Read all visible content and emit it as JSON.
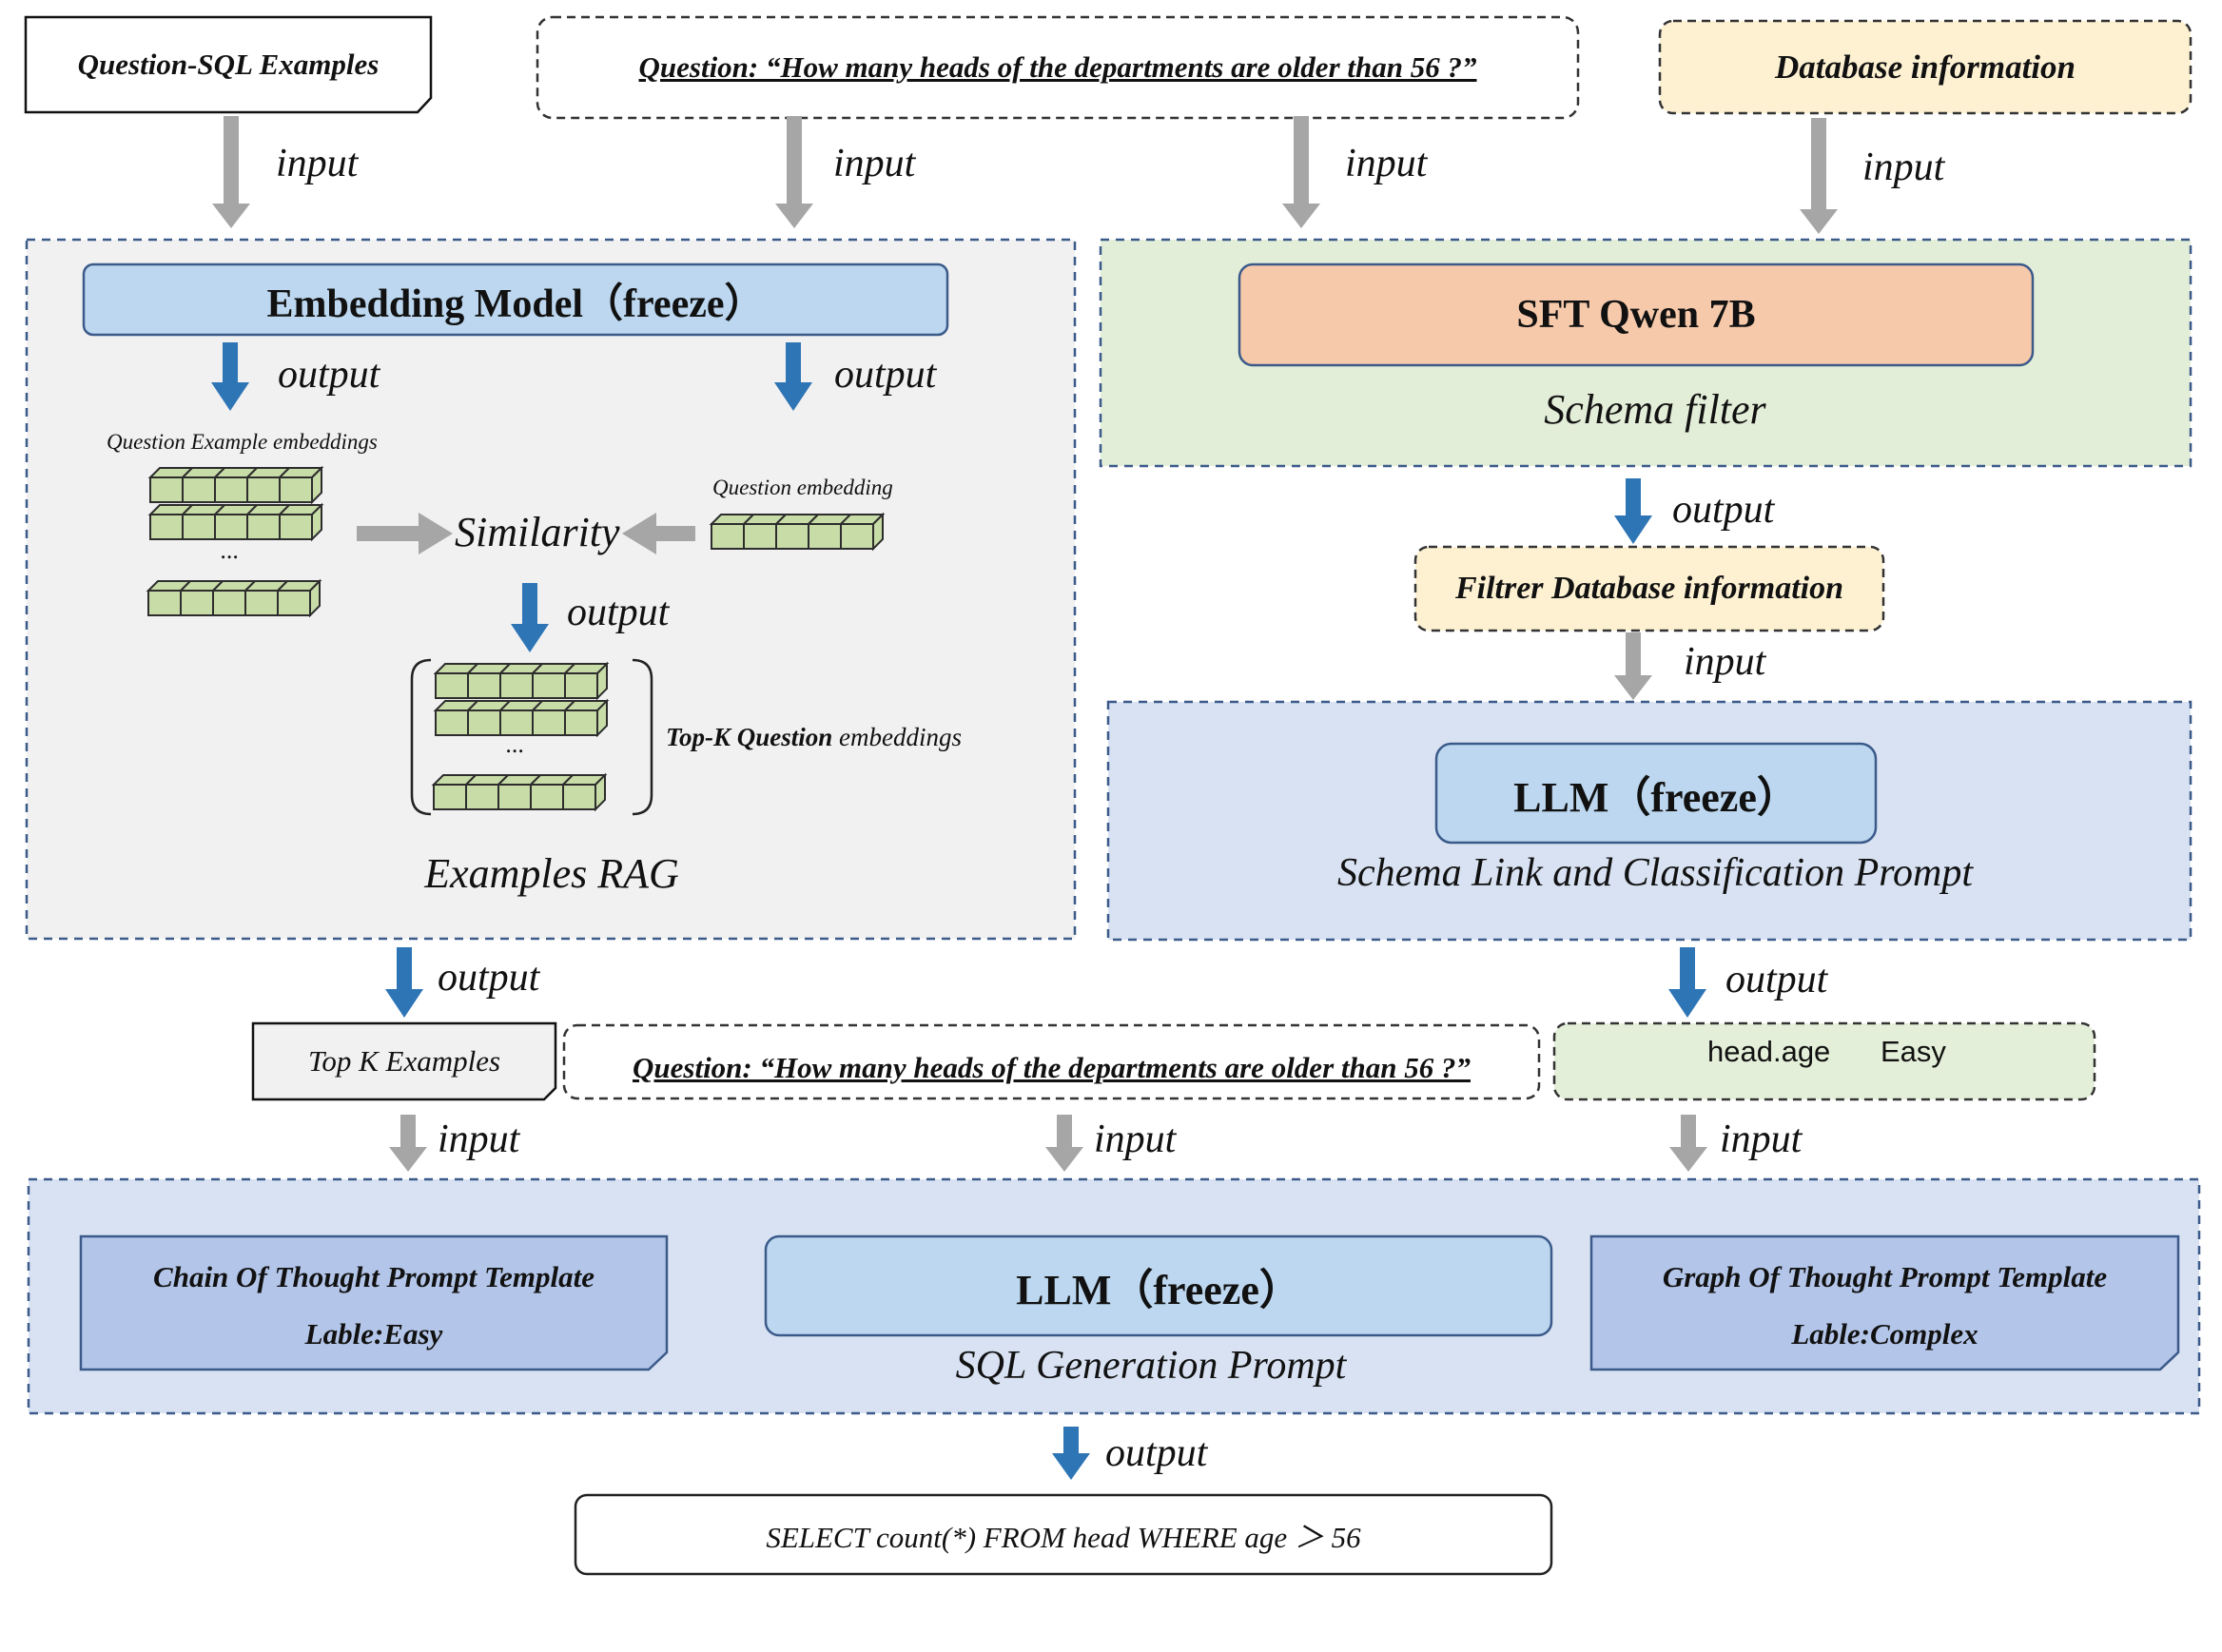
{
  "colors": {
    "panel_gray": "#f1f1f1",
    "panel_green": "#e3eed9",
    "panel_blue": "#d8e2f2",
    "embed_blue": "#bcd7ef",
    "sft_orange": "#f6c9ab",
    "db_yellow": "#fdf1d2",
    "headage_green": "#e4efd9",
    "template_blue": "#b3c5e8",
    "cube_green": "#c8dca8",
    "arrow_blue": "#2e75b6",
    "arrow_gray": "#a6a6a6",
    "dash_border": "#3b5a8a"
  },
  "inputs": {
    "question_sql_examples": "Question-SQL Examples",
    "question": "Question: “How many heads of the departments are older than 56 ?”",
    "database_information": "Database information"
  },
  "examples_rag": {
    "embedding_model": "Embedding Model（freeze）",
    "question_example_embeddings": "Question Example embeddings",
    "question_embedding": "Question embedding",
    "similarity": "Similarity",
    "ellipsis": "...",
    "topk_label_bold": "Top-K Question",
    "topk_label_rest": " embeddings",
    "caption": "Examples RAG"
  },
  "schema_filter": {
    "model": "SFT Qwen 7B",
    "caption": "Schema filter",
    "filtered_db": "Filtrer Database information"
  },
  "schema_link": {
    "model": "LLM（freeze）",
    "caption": "Schema Link and  Classification Prompt"
  },
  "middle_row": {
    "top_k_examples": "Top K Examples",
    "question": "Question: “How many heads of the departments are older than 56 ?”",
    "head_age": "head.age",
    "easy": "Easy"
  },
  "sql_generation": {
    "cot_template": "Chain Of Thought Prompt Template",
    "cot_label": "Lable:Easy",
    "model": "LLM（freeze）",
    "caption": "SQL Generation Prompt",
    "got_template": "Graph Of Thought Prompt Template",
    "got_label": "Lable:Complex"
  },
  "final_output": "SELECT count(*) FROM head WHERE age ＞ 56",
  "arrow_labels": {
    "input": "input",
    "output": "output"
  }
}
